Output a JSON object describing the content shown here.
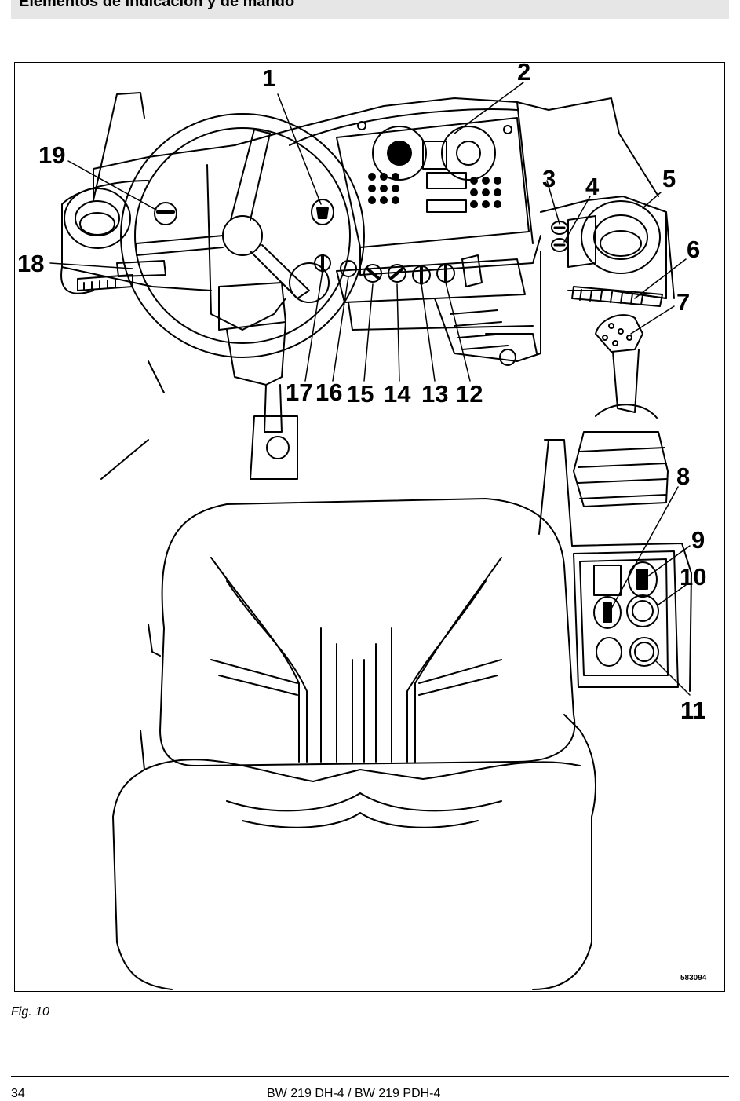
{
  "header": {
    "title": "Elementos de indicación y de mando"
  },
  "figure": {
    "reference_number": "583094",
    "caption": "Fig. 10",
    "callouts": [
      "1",
      "2",
      "3",
      "4",
      "5",
      "6",
      "7",
      "8",
      "9",
      "10",
      "11",
      "12",
      "13",
      "14",
      "15",
      "16",
      "17",
      "18",
      "19"
    ]
  },
  "footer": {
    "page_number": "34",
    "model": "BW 219 DH-4 / BW 219 PDH-4"
  }
}
